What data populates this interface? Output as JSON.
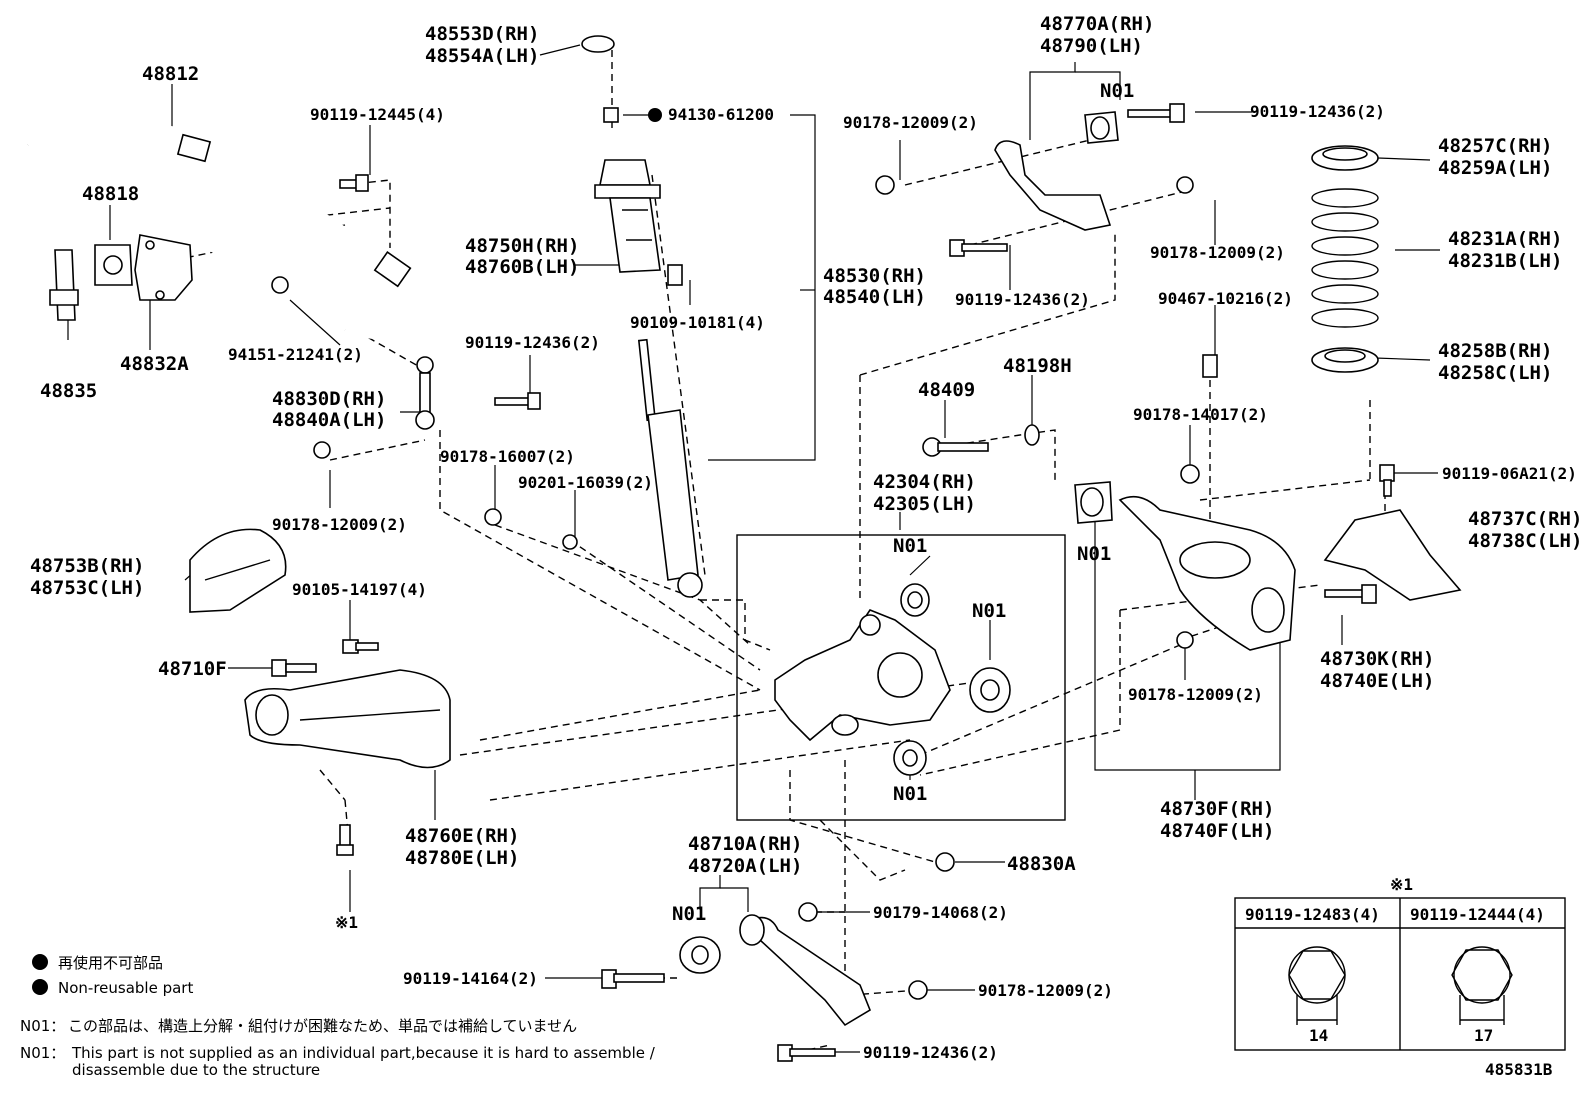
{
  "diagram_id": "485831B",
  "labels": {
    "l48812": "48812",
    "l48818": "48818",
    "l48835": "48835",
    "l48832A": "48832A",
    "l90119_12445": "90119-12445(4)",
    "l94151": "94151-21241(2)",
    "l48553D": "48553D(RH)",
    "l48554A": "48554A(LH)",
    "l94130": "94130-61200",
    "l48750H": "48750H(RH)",
    "l48760B": "48760B(LH)",
    "l90109": "90109-10181(4)",
    "l48530": "48530(RH)",
    "l48540": "48540(LH)",
    "l90119_12436_a": "90119-12436(2)",
    "l48830D": "48830D(RH)",
    "l48840A": "48840A(LH)",
    "l90178_16007": "90178-16007(2)",
    "l90178_12009_a": "90178-12009(2)",
    "l90201": "90201-16039(2)",
    "l48753B": "48753B(RH)",
    "l48753C": "48753C(LH)",
    "l90105": "90105-14197(4)",
    "l48710F": "48710F",
    "l48760E": "48760E(RH)",
    "l48780E": "48780E(LH)",
    "l_ref1_left": "※1",
    "l48770A": "48770A(RH)",
    "l48790": "48790(LH)",
    "l_n01_top": "N01",
    "l90119_12436_b": "90119-12436(2)",
    "l90178_12009_b": "90178-12009(2)",
    "l90178_12009_c": "90178-12009(2)",
    "l90119_12436_c": "90119-12436(2)",
    "l48257C": "48257C(RH)",
    "l48259A": "48259A(LH)",
    "l48231A": "48231A(RH)",
    "l48231B": "48231B(LH)",
    "l90467": "90467-10216(2)",
    "l48258B": "48258B(RH)",
    "l48258C": "48258C(LH)",
    "l48409": "48409",
    "l48198H": "48198H",
    "l42304": "42304(RH)",
    "l42305": "42305(LH)",
    "l90178_14017": "90178-14017(2)",
    "l90119_06A21": "90119-06A21(2)",
    "l48737C": "48737C(RH)",
    "l48738C": "48738C(LH)",
    "l_n01_box1": "N01",
    "l_n01_box2": "N01",
    "l_n01_box3": "N01",
    "l_n01_arm": "N01",
    "l48730K": "48730K(RH)",
    "l48740E": "48740E(LH)",
    "l90178_12009_d": "90178-12009(2)",
    "l48730F": "48730F(RH)",
    "l48740F": "48740F(LH)",
    "l48830A": "48830A",
    "l48710A": "48710A(RH)",
    "l48720A": "48720A(LH)",
    "l_n01_low": "N01",
    "l90179": "90179-14068(2)",
    "l90119_14164": "90119-14164(2)",
    "l90178_12009_e": "90178-12009(2)",
    "l90119_12436_d": "90119-12436(2)"
  },
  "legend": {
    "jp": "再使用不可部品",
    "en": "Non-reusable part"
  },
  "notes": {
    "n01_jp_prefix": "N01：",
    "n01_jp": "この部品は、構造上分解・組付けが困難なため、単品では補給していません",
    "n01_en_prefix": "N01：",
    "n01_en_line1": "This part is not supplied as an individual part,because it is hard to assemble /",
    "n01_en_line2": "disassemble due to the structure"
  },
  "ref_table": {
    "marker": "※1",
    "col1_header": "90119-12483(4)",
    "col2_header": "90119-12444(4)",
    "col1_size": "14",
    "col2_size": "17"
  }
}
